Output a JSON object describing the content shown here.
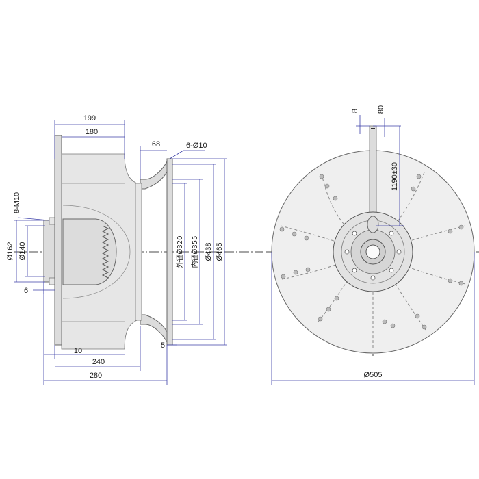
{
  "side_view": {
    "dims": {
      "w199": "199",
      "w180": "180",
      "w68": "68",
      "holes": "6-Ø10",
      "bolts": "8-M10",
      "d162": "Ø162",
      "d140": "Ø140",
      "w6": "6",
      "w10": "10",
      "w240": "240",
      "w280": "280",
      "w5": "5",
      "d320": "外径Ø320",
      "d355": "内径Ø355",
      "d438": "Ø438",
      "d465": "Ø465"
    }
  },
  "front_view": {
    "dims": {
      "w8": "8",
      "w80": "80",
      "cable": "1190±30",
      "d505": "Ø505"
    }
  },
  "colors": {
    "dimension_line": "#3b3fa8",
    "part_outline": "#555555",
    "fill": "#dcdcdc"
  }
}
